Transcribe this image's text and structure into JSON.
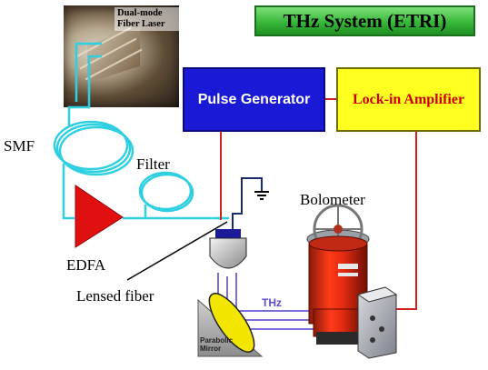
{
  "title": "THz System (ETRI)",
  "photo_label": "Dual-mode Fiber Laser",
  "blocks": {
    "pulse_generator": "Pulse Generator",
    "lockin_amplifier": "Lock-in Amplifier"
  },
  "labels": {
    "smf": "SMF",
    "filter": "Filter",
    "edfa": "EDFA",
    "bolometer": "Bolometer",
    "lensed_fiber": "Lensed fiber",
    "thz": "THz",
    "parabolic_mirror": "Parabolic Mirror"
  },
  "colors": {
    "title_green": "#38b83a",
    "pulse_blue": "#1a1ad6",
    "lockin_yellow": "#ffff20",
    "lockin_text": "#cc0000",
    "fiber_cyan": "#2ecfe0",
    "wire_red": "#cc2222",
    "edfa_red": "#e01010",
    "beam_violet": "#7a6ed8",
    "mirror_yellow": "#f2e600"
  }
}
